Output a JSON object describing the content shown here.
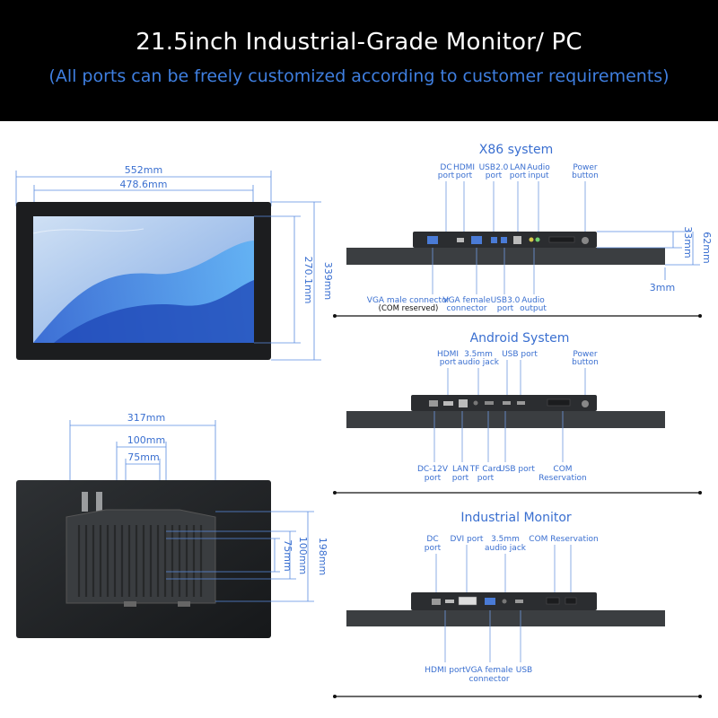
{
  "banner": {
    "title": "21.5inch Industrial-Grade Monitor/ PC",
    "subtitle": "(All ports can be freely customized according to customer requirements)"
  },
  "front_view": {
    "width_outer": "552mm",
    "width_inner": "478.6mm",
    "height_inner": "270.1mm",
    "height_outer": "339mm"
  },
  "rear_view": {
    "mount_width": "317mm",
    "vesa_100": "100mm",
    "vesa_75": "75mm",
    "vesa_100_v": "100mm",
    "vesa_75_v": "75mm",
    "mount_height": "198mm"
  },
  "x86": {
    "title": "X86 system",
    "top_labels": {
      "dc": [
        "DC",
        "port"
      ],
      "hdmi": [
        "HDMI",
        "port"
      ],
      "usb20": [
        "USB2.0",
        "port"
      ],
      "lan": [
        "LAN",
        "port"
      ],
      "audio_in": [
        "Audio",
        "input"
      ],
      "power": [
        "Power",
        "button"
      ]
    },
    "bottom_labels": {
      "vga_male": "VGA male connector",
      "com_reserved": "(COM reserved)",
      "vga_female": [
        "VGA female",
        "connector"
      ],
      "usb30": [
        "USB3.0",
        "port"
      ],
      "audio_out": [
        "Audio",
        "output"
      ]
    },
    "dims": {
      "d33": "33mm",
      "d62": "62mm",
      "d3": "3mm"
    }
  },
  "android": {
    "title": "Android System",
    "top_labels": {
      "hdmi": [
        "HDMI",
        "port"
      ],
      "audio": [
        "3.5mm",
        "audio jack"
      ],
      "usb": "USB port",
      "power": [
        "Power",
        "button"
      ]
    },
    "bottom_labels": {
      "dc12": [
        "DC-12V",
        "port"
      ],
      "lan": [
        "LAN",
        "port"
      ],
      "tf": [
        "TF Card",
        "port"
      ],
      "usb": "USB port",
      "com": [
        "COM",
        "Reservation"
      ]
    }
  },
  "industrial": {
    "title": "Industrial Monitor",
    "top_labels": {
      "dc": [
        "DC",
        "port"
      ],
      "dvi": "DVI port",
      "audio": [
        "3.5mm",
        "audio jack"
      ],
      "com": "COM Reservation"
    },
    "bottom_labels": {
      "hdmi": "HDMI port",
      "vga_female": [
        "VGA female",
        "connector"
      ],
      "usb": "USB"
    }
  },
  "colors": {
    "accent": "#3a6fd0",
    "banner_bg": "#000000",
    "subtitle": "#3f7fe0"
  }
}
